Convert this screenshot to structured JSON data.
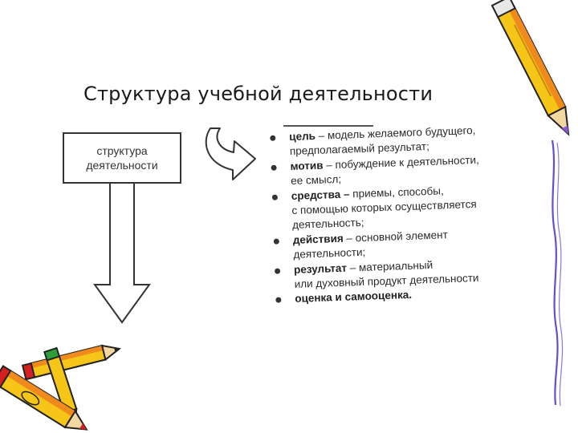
{
  "title": "Структура учебной деятельности",
  "diagram": {
    "box_line1": "структура",
    "box_line2": "деятельности"
  },
  "items": [
    {
      "term": "цель",
      "rest": " – модель желаемого будущего,",
      "cont": "предполагаемый результат;"
    },
    {
      "term": "мотив",
      "rest": " – побуждение к деятельности,",
      "cont": "ее смысл;"
    },
    {
      "term": "средства –",
      "rest": " приемы, способы,",
      "cont": "с помощью которых осуществляется",
      "cont2": "деятельность;"
    },
    {
      "term": "действия",
      "rest": " – основной элемент",
      "cont": "деятельности;"
    },
    {
      "term": "результат",
      "rest": " – материальный",
      "cont": "или духовный продукт деятельности"
    },
    {
      "term": "оценка и самооценка.",
      "rest": ""
    }
  ],
  "colors": {
    "pencil_yellow": "#f5c518",
    "pencil_orange": "#f08a1c",
    "pencil_tip_red": "#d42020",
    "pencil_purple": "#8a5bd0",
    "pencil_green": "#2e9e3a",
    "border_purple": "#6a4bd6"
  },
  "icons": [
    "pencil-icon",
    "crossed-pencils-icon"
  ]
}
